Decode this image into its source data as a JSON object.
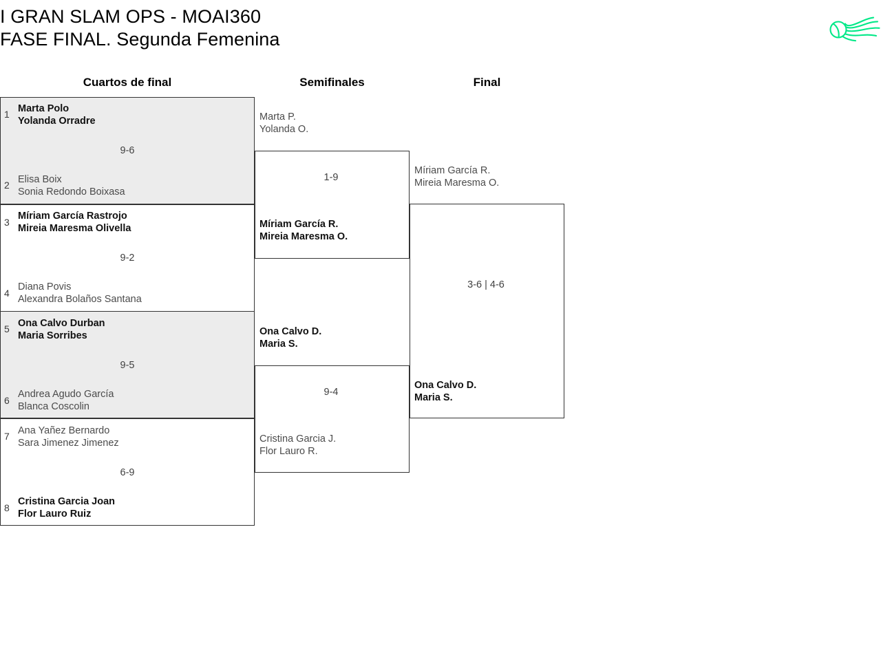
{
  "header": {
    "title_line1": "I GRAN SLAM OPS - MOAI360",
    "title_line2": "FASE FINAL. Segunda Femenina",
    "logo_name": "tennis-ball-motion-logo",
    "logo_color": "#00e887"
  },
  "rounds": [
    {
      "label": "Cuartos de final"
    },
    {
      "label": "Semifinales"
    },
    {
      "label": "Final"
    }
  ],
  "quarterfinals": [
    {
      "score": "9-6",
      "top": {
        "seed": "1",
        "player1": "Marta Polo",
        "player2": "Yolanda Orradre",
        "winner": true
      },
      "bottom": {
        "seed": "2",
        "player1": "Elisa Boix",
        "player2": "Sonia Redondo Boixasa",
        "winner": false
      }
    },
    {
      "score": "9-2",
      "top": {
        "seed": "3",
        "player1": "Míriam García Rastrojo",
        "player2": "Mireia Maresma Olivella",
        "winner": true
      },
      "bottom": {
        "seed": "4",
        "player1": "Diana Povis",
        "player2": "Alexandra Bolaños Santana",
        "winner": false
      }
    },
    {
      "score": "9-5",
      "top": {
        "seed": "5",
        "player1": "Ona Calvo Durban",
        "player2": "Maria Sorribes",
        "winner": true
      },
      "bottom": {
        "seed": "6",
        "player1": "Andrea Agudo García",
        "player2": "Blanca Coscolin",
        "winner": false
      }
    },
    {
      "score": "6-9",
      "top": {
        "seed": "7",
        "player1": "Ana Yañez Bernardo",
        "player2": "Sara Jimenez Jimenez",
        "winner": false
      },
      "bottom": {
        "seed": "8",
        "player1": "Cristina Garcia Joan",
        "player2": "Flor Lauro Ruiz",
        "winner": true
      }
    }
  ],
  "semifinals": [
    {
      "score": "1-9",
      "top": {
        "player1": "Marta P.",
        "player2": "Yolanda O.",
        "winner": false
      },
      "bottom": {
        "player1": "Míriam García R.",
        "player2": "Mireia Maresma O.",
        "winner": true
      }
    },
    {
      "score": "9-4",
      "top": {
        "player1": "Ona Calvo D.",
        "player2": "Maria S.",
        "winner": true
      },
      "bottom": {
        "player1": "Cristina Garcia J.",
        "player2": "Flor Lauro R.",
        "winner": false
      }
    }
  ],
  "final": {
    "score": "3-6 | 4-6",
    "top": {
      "player1": "Míriam García R.",
      "player2": "Mireia Maresma O.",
      "winner": false
    },
    "bottom": {
      "player1": "Ona Calvo D.",
      "player2": "Maria S.",
      "winner": true
    }
  }
}
